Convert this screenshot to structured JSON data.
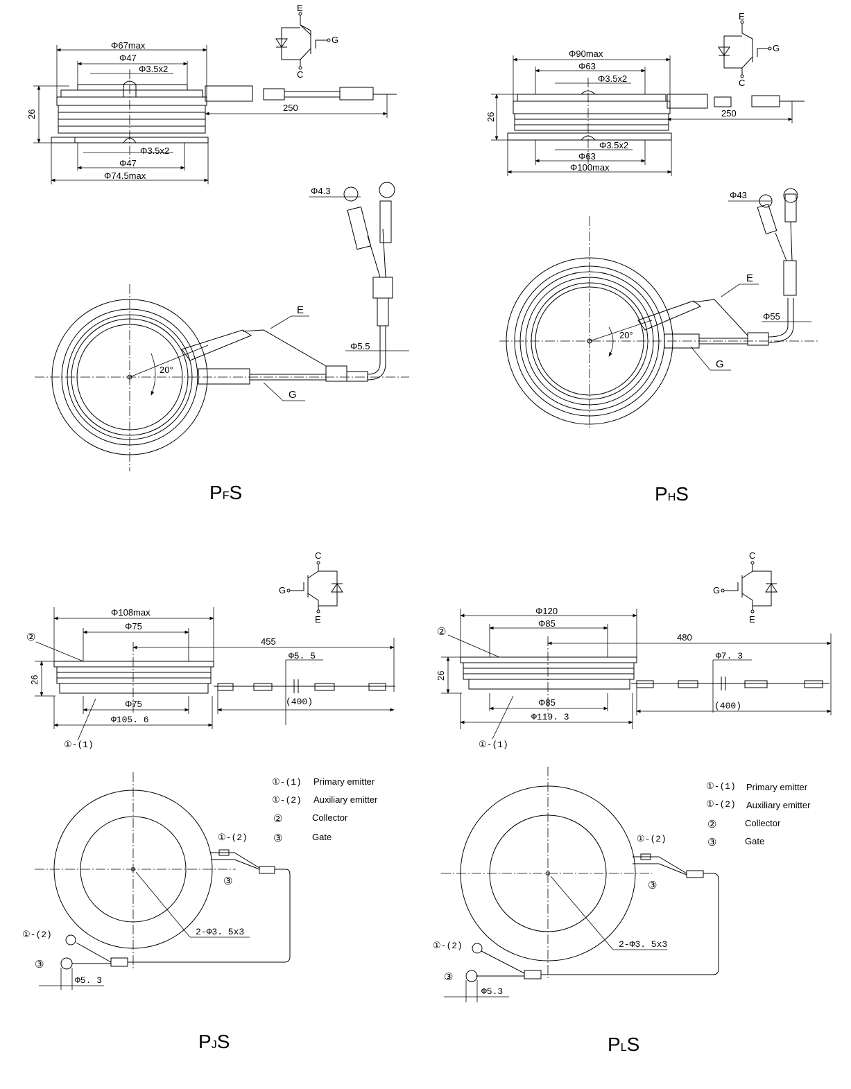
{
  "panels": {
    "pfs": {
      "label_main": "P",
      "label_sub": "F",
      "label_end": "S",
      "dims": {
        "outer_max": "Φ67max",
        "inner": "Φ47",
        "hole_top": "Φ3.5x2",
        "hole_bottom": "Φ3.5x2",
        "inner_bottom": "Φ47",
        "base_max": "Φ74.5max",
        "height": "26",
        "lead": "250",
        "ring": "Φ4.3",
        "wire": "Φ5.5",
        "angle": "20°"
      },
      "symbol": {
        "e": "E",
        "c": "C",
        "g": "G"
      },
      "plan_labels": {
        "e": "E",
        "g": "G"
      }
    },
    "phs": {
      "label_main": "P",
      "label_sub": "H",
      "label_end": "S",
      "dims": {
        "outer_max": "Φ90max",
        "inner": "Φ63",
        "hole_top": "Φ3.5x2",
        "hole_bottom": "Φ3.5x2",
        "inner_bottom": "Φ63",
        "base_max": "Φ100max",
        "height": "26",
        "lead": "250",
        "ring": "Φ43",
        "wire": "Φ55",
        "angle": "20°"
      },
      "symbol": {
        "e": "E",
        "c": "C",
        "g": "G"
      },
      "plan_labels": {
        "e": "E",
        "g": "G"
      }
    },
    "pjs": {
      "label_main": "P",
      "label_sub": "J",
      "label_end": "S",
      "dims": {
        "outer_max": "Φ108max",
        "inner": "Φ75",
        "lead": "455",
        "wire": "Φ5. 5",
        "height": "26",
        "inner_bottom": "Φ75",
        "base": "Φ105. 6",
        "cut": "(400)",
        "collector_tag": "②",
        "emitter_tag": "①-(1)",
        "holes": "2-Φ3. 5x3",
        "ring": "Φ5. 3",
        "tag_aux": "①-(2)",
        "tag_gate": "③"
      },
      "symbol": {
        "c": "C",
        "g": "G",
        "e": "E"
      },
      "legend": [
        {
          "num": "①-(1)",
          "text": "Primary emitter"
        },
        {
          "num": "①-(2)",
          "text": "Auxiliary emitter"
        },
        {
          "num": "②",
          "text": "Collector"
        },
        {
          "num": "③",
          "text": "Gate"
        }
      ]
    },
    "pls": {
      "label_main": "P",
      "label_sub": "L",
      "label_end": "S",
      "dims": {
        "outer_max": "Φ120",
        "inner": "Φ85",
        "lead": "480",
        "wire": "Φ7. 3",
        "height": "26",
        "inner_bottom": "Φ85",
        "base": "Φ119. 3",
        "cut": "(400)",
        "collector_tag": "②",
        "emitter_tag": "①-(1)",
        "holes": "2-Φ3. 5x3",
        "ring": "Φ5.3",
        "tag_aux": "①-(2)",
        "tag_gate": "③"
      },
      "symbol": {
        "c": "C",
        "g": "G",
        "e": "E"
      },
      "legend": [
        {
          "num": "①-(1)",
          "text": "Primary emitter"
        },
        {
          "num": "①-(2)",
          "text": "Auxiliary emitter"
        },
        {
          "num": "②",
          "text": "Collector"
        },
        {
          "num": "③",
          "text": "Gate"
        }
      ]
    }
  }
}
